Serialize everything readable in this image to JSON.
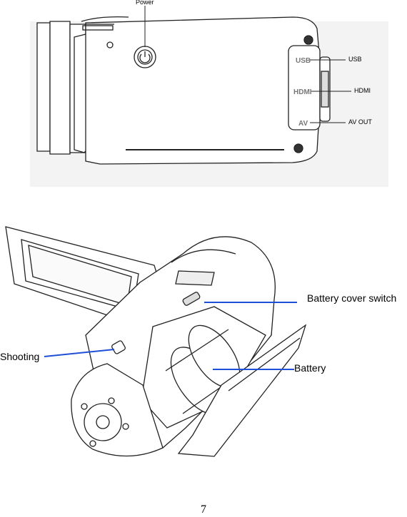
{
  "side_view": {
    "callouts": {
      "power": "Power",
      "usb": "USB",
      "hdmi": "HDMI",
      "av_out": "AV OUT"
    },
    "port_labels": {
      "usb": "USB",
      "hdmi": "HDMI",
      "av": "AV"
    }
  },
  "bottom_view": {
    "callouts": {
      "battery_cover_switch": "Battery cover switch",
      "shooting": "Shooting",
      "battery": "Battery"
    }
  },
  "page_number": "7",
  "colors": {
    "callout_line_bottom": "#1f4fd6",
    "line_art": "#222222"
  }
}
